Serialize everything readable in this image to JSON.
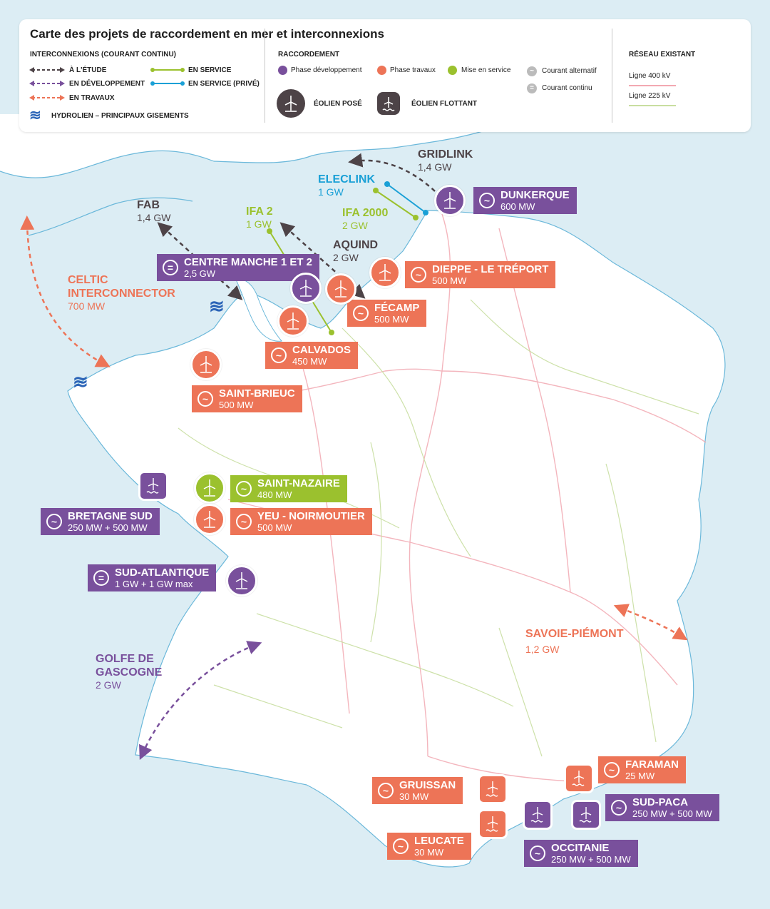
{
  "colors": {
    "developpement": "#79509c",
    "travaux": "#ed7457",
    "mise_en_service": "#9bc12e",
    "en_service_prive": "#1aa0d6",
    "etude": "#4d4347",
    "sea": "#dcedf4",
    "ligne_400kv": "#f2a9b2",
    "ligne_225kv": "#c8dea0"
  },
  "legend": {
    "title": "Carte des projets de raccordement en mer et interconnexions",
    "interconnexions": {
      "heading": "INTERCONNEXIONS (COURANT CONTINU)",
      "items": [
        "À L'ÉTUDE",
        "EN DÉVELOPPEMENT",
        "EN TRAVAUX",
        "EN SERVICE",
        "EN SERVICE (PRIVÉ)",
        "HYDROLIEN – PRINCIPAUX GISEMENTS"
      ]
    },
    "raccordement": {
      "heading": "RACCORDEMENT",
      "items": [
        "Phase développement",
        "Phase travaux",
        "Mise en service",
        "Courant alternatif",
        "Courant continu",
        "ÉOLIEN POSÉ",
        "ÉOLIEN FLOTTANT"
      ]
    },
    "reseau": {
      "heading": "RÉSEAU EXISTANT",
      "items": [
        "Ligne 400 kV",
        "Ligne 225 kV"
      ]
    }
  },
  "interconnexions": {
    "gridlink": {
      "name": "GRIDLINK",
      "value": "1,4 GW"
    },
    "eleclink": {
      "name": "ELECLINK",
      "value": "1 GW"
    },
    "fab": {
      "name": "FAB",
      "value": "1,4 GW"
    },
    "ifa2": {
      "name": "IFA 2",
      "value": "1 GW"
    },
    "ifa2000": {
      "name": "IFA 2000",
      "value": "2 GW"
    },
    "aquind": {
      "name": "AQUIND",
      "value": "2 GW"
    },
    "celtic": {
      "name1": "CELTIC",
      "name2": "INTERCONNECTOR",
      "value": "700 MW"
    },
    "savoie": {
      "name": "SAVOIE-PIÉMONT",
      "value": "1,2 GW"
    },
    "golfe": {
      "name1": "GOLFE DE",
      "name2": "GASCOGNE",
      "value": "2 GW"
    }
  },
  "projects": {
    "dunkerque": {
      "name": "DUNKERQUE",
      "value": "600 MW"
    },
    "centre_manche": {
      "name": "CENTRE MANCHE 1 ET 2",
      "value": "2,5 GW"
    },
    "dieppe": {
      "name": "DIEPPE - LE TRÉPORT",
      "value": "500 MW"
    },
    "fecamp": {
      "name": "FÉCAMP",
      "value": "500 MW"
    },
    "calvados": {
      "name": "CALVADOS",
      "value": "450 MW"
    },
    "saint_brieuc": {
      "name": "SAINT-BRIEUC",
      "value": "500 MW"
    },
    "saint_nazaire": {
      "name": "SAINT-NAZAIRE",
      "value": "480 MW"
    },
    "yeu": {
      "name": "YEU - NOIRMOUTIER",
      "value": "500 MW"
    },
    "bretagne_sud": {
      "name": "BRETAGNE SUD",
      "value": "250 MW + 500 MW"
    },
    "sud_atlantique": {
      "name": "SUD-ATLANTIQUE",
      "value": "1 GW + 1 GW max"
    },
    "faraman": {
      "name": "FARAMAN",
      "value": "25 MW"
    },
    "gruissan": {
      "name": "GRUISSAN",
      "value": "30 MW"
    },
    "sud_paca": {
      "name": "SUD-PACA",
      "value": "250 MW + 500 MW"
    },
    "leucate": {
      "name": "LEUCATE",
      "value": "30 MW"
    },
    "occitanie": {
      "name": "OCCITANIE",
      "value": "250 MW + 500 MW"
    }
  }
}
